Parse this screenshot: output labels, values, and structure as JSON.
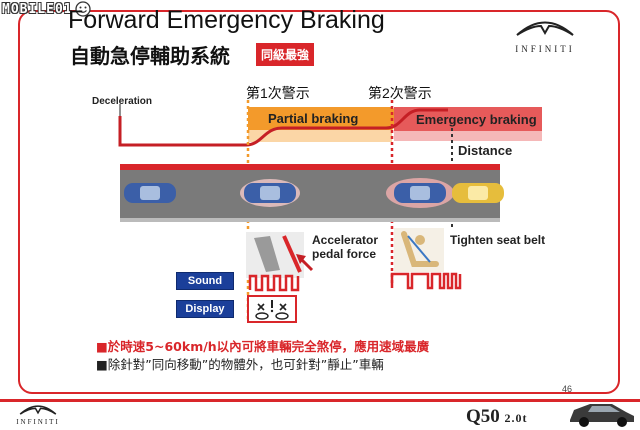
{
  "watermark": {
    "text": "MOBILE01"
  },
  "header": {
    "title_en": "Forward Emergency Braking",
    "title_zh": "自動急停輔助系統",
    "badge": "同級最強"
  },
  "brand": {
    "name": "INFINITI"
  },
  "diagram": {
    "warning_1": "第1次警示",
    "warning_2": "第2次警示",
    "y_label": "Deceleration",
    "phase_1": "Partial braking",
    "phase_2": "Emergency braking",
    "distance_label": "Distance",
    "accelerator_label_1": "Accelerator",
    "accelerator_label_2": "pedal force",
    "seatbelt_label": "Tighten seat belt",
    "sound_button": "Sound",
    "display_button": "Display"
  },
  "bullets": [
    "■於時速5~60km/h以內可將車輛完全煞停，應用速域最廣",
    "■除針對”同向移動”的物體外，也可針對”靜止”車輛"
  ],
  "footer": {
    "page_number": "46",
    "model": "Q50",
    "engine": "2.0t"
  },
  "colors": {
    "accent_red": "#d9262a",
    "orange": "#f39a2b",
    "button_blue": "#1b3f9a"
  }
}
